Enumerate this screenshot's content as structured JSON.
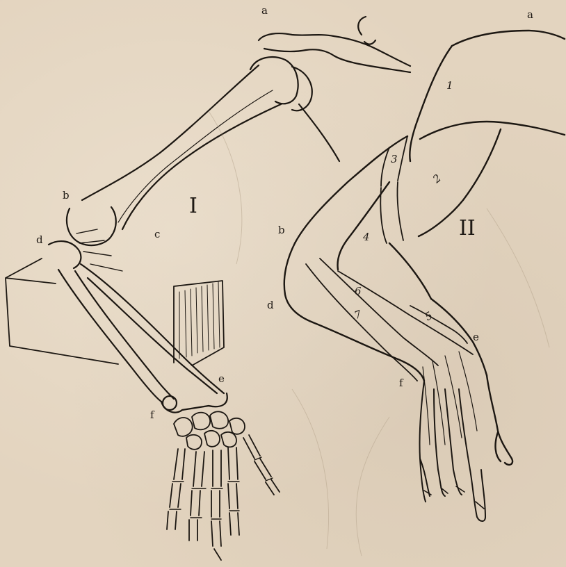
{
  "figure": {
    "panel_I": {
      "numeral": "I",
      "letters": {
        "a": "a",
        "b": "b",
        "c": "c",
        "d": "d",
        "e": "e",
        "f": "f"
      },
      "depiction": "skeleton"
    },
    "panel_II": {
      "numeral": "II",
      "letters": {
        "a": "a",
        "b": "b",
        "d": "d",
        "e": "e",
        "f": "f"
      },
      "muscle_numbers": [
        "1",
        "2",
        "3",
        "4",
        "6",
        "7",
        "5"
      ],
      "depiction": "musculature"
    },
    "colors": {
      "paper": "#e3d4bf",
      "ink": "#1c1712"
    }
  }
}
